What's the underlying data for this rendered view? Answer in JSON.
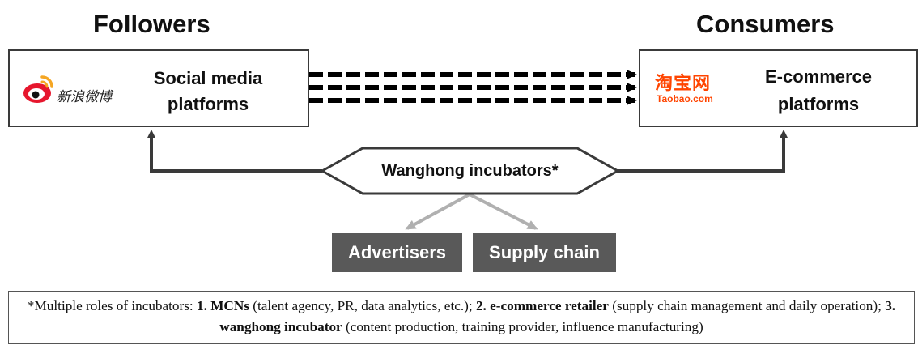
{
  "headings": {
    "left": "Followers",
    "right": "Consumers"
  },
  "left_box": {
    "logo_text": "新浪微博",
    "label_line1": "Social media",
    "label_line2": "platforms"
  },
  "right_box": {
    "logo_text": "淘宝网",
    "logo_subtext": "Taobao.com",
    "label_line1": "E-commerce",
    "label_line2": "platforms"
  },
  "hexagon": {
    "label": "Wanghong incubators*"
  },
  "bottom_boxes": {
    "advertisers": "Advertisers",
    "supply_chain": "Supply chain"
  },
  "footnote": {
    "prefix": "*Multiple roles of incubators: ",
    "item1_bold": "1. MCNs",
    "item1_text": " (talent agency, PR, data analytics, etc.); ",
    "item2_bold": "2. e-commerce retailer",
    "item2_text": " (supply chain management and daily operation); ",
    "item3_bold": "3. wanghong incubator",
    "item3_text": " (content production, training provider, influence manufacturing)"
  },
  "colors": {
    "weibo_red": "#e6162d",
    "weibo_orange": "#f5a623",
    "taobao_orange": "#ff4400",
    "gray_box": "#595959",
    "gray_arrow": "#b0b0b0",
    "line_dark": "#3a3a3a"
  }
}
